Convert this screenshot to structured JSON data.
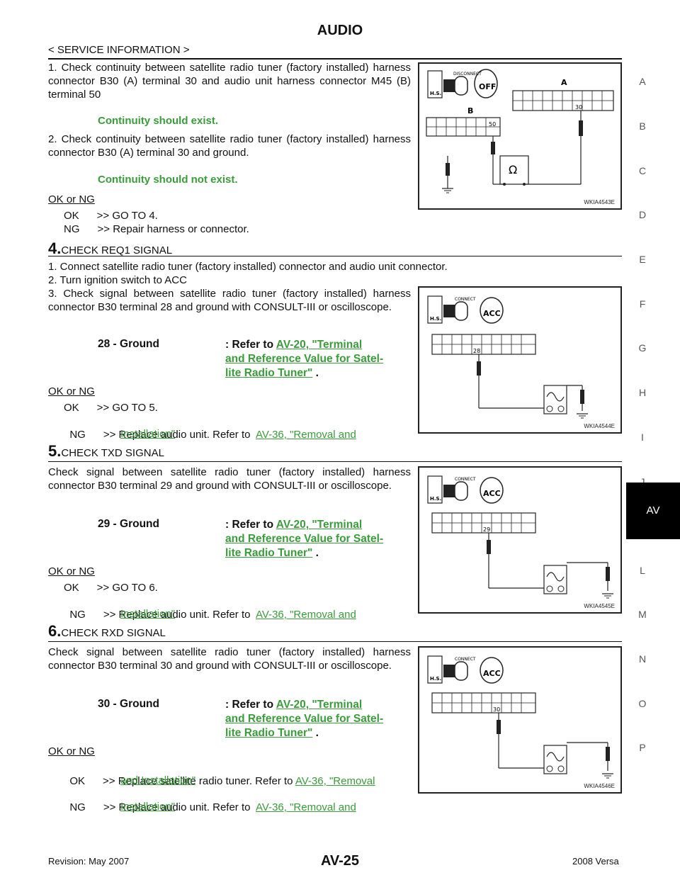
{
  "header": {
    "title": "AUDIO",
    "subtitle": "< SERVICE INFORMATION >"
  },
  "side_index": [
    "A",
    "B",
    "C",
    "D",
    "E",
    "F",
    "G",
    "H",
    "I",
    "J",
    "AV",
    "L",
    "M",
    "N",
    "O",
    "P"
  ],
  "active_tab": "AV",
  "step3_cont": {
    "item1": "1. Check continuity between satellite radio tuner (factory installed) harness connector B30 (A) terminal 30 and audio unit harness connector M45 (B) terminal 50",
    "spec1": "Continuity should exist.",
    "item2": "2. Check continuity between satellite radio tuner (factory installed) harness connector B30 (A) terminal 30 and ground.",
    "spec2": "Continuity should not exist.",
    "okng": "OK or NG",
    "ok": "OK      >> GO TO 4.",
    "ng": "NG      >> Repair harness or connector.",
    "fig_code": "WKIA4543E",
    "fig_state": "OFF",
    "fig_conn_a": "A",
    "fig_conn_b": "B",
    "fig_term_a": "30",
    "fig_term_b": "50",
    "fig_meter": "Ω"
  },
  "step4": {
    "num": "4.",
    "title": "CHECK REQ1 SIGNAL",
    "item1": "1. Connect satellite radio tuner (factory installed) connector and audio unit connector.",
    "item2": "2. Turn ignition switch to ACC",
    "item3": "3. Check signal between satellite radio tuner (factory installed) harness connector B30 terminal 28 and ground with CONSULT-III or oscilloscope.",
    "spec_label": "28 - Ground",
    "spec_text": ": Refer to",
    "spec_link_l1": "AV-20, \"Terminal",
    "spec_link_l2": "and Reference Value for Satel-",
    "spec_link_l3": "lite Radio Tuner\"",
    "spec_end": " .",
    "okng": "OK or NG",
    "ok": "OK      >> GO TO 5.",
    "ng_pre": "NG      >> Replace audio unit. Refer to",
    "ng_link1": "AV-36, \"Removal and",
    "ng_link2": "Installation\"",
    "ng_end": " .",
    "fig_code": "WKIA4544E",
    "fig_term": "28"
  },
  "step5": {
    "num": "5.",
    "title": "CHECK TXD SIGNAL",
    "text": "Check signal between satellite radio tuner (factory installed) harness connector B30 terminal 29 and ground with CONSULT-III or oscilloscope.",
    "spec_label": "29 - Ground",
    "spec_text": ": Refer to",
    "spec_link_l1": "AV-20, \"Terminal",
    "spec_link_l2": "and Reference Value for Satel-",
    "spec_link_l3": "lite Radio Tuner\"",
    "spec_end": " .",
    "okng": "OK or NG",
    "ok": "OK      >> GO TO 6.",
    "ng_pre": "NG      >> Replace audio unit. Refer to",
    "ng_link1": "AV-36, \"Removal and",
    "ng_link2": "Installation\"",
    "ng_end": " .",
    "fig_code": "WKIA4545E",
    "fig_term": "29"
  },
  "step6": {
    "num": "6.",
    "title": "CHECK RXD SIGNAL",
    "text": "Check signal between satellite radio tuner (factory installed) harness connector B30 terminal 30 and ground with CONSULT-III or oscilloscope.",
    "spec_label": "30 - Ground",
    "spec_text": ": Refer to",
    "spec_link_l1": "AV-20, \"Terminal",
    "spec_link_l2": "and Reference Value for Satel-",
    "spec_link_l3": "lite Radio Tuner\"",
    "spec_end": " .",
    "okng": "OK or NG",
    "ok_pre": "OK      >> Replace satellite radio tuner. Refer to",
    "ok_link1": "AV-36, \"Removal",
    "ok_link2": "and Installation\"",
    "ok_end": " .",
    "ng_pre": "NG      >> Replace audio unit. Refer to",
    "ng_link1": "AV-36, \"Removal and",
    "ng_link2": "Installation\"",
    "ng_end": " .",
    "fig_code": "WKIA4546E",
    "fig_term": "30"
  },
  "fig_common": {
    "hs": "H.S.",
    "connect": "CONNECT",
    "disconnect": "DISCONNECT",
    "acc": "ACC"
  },
  "footer": {
    "revision": "Revision: May 2007",
    "page": "AV-25",
    "model": "2008 Versa"
  }
}
